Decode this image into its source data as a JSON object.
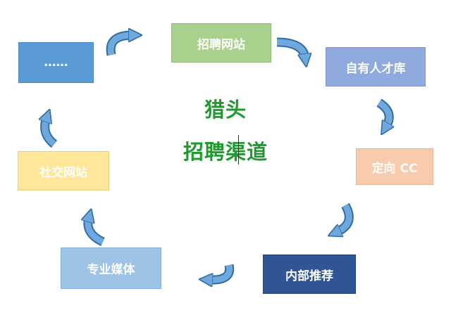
{
  "title": {
    "line1": "猎头",
    "line2": "招聘渠道"
  },
  "nodes": {
    "recruit_site": "招聘网站",
    "own_talent_pool": "自有人才库",
    "targeted_cc": "定向 CC",
    "internal_referral": "内部推荐",
    "professional_media": "专业媒体",
    "social_site": "社交网站",
    "more": "……"
  },
  "colors": {
    "title_text": "#1e9a2e",
    "arrow_fill": "#6fa8dc",
    "arrow_stroke": "#2e6da4"
  },
  "cycle_order": [
    "招聘网站",
    "自有人才库",
    "定向 CC",
    "内部推荐",
    "专业媒体",
    "社交网站",
    "……"
  ]
}
